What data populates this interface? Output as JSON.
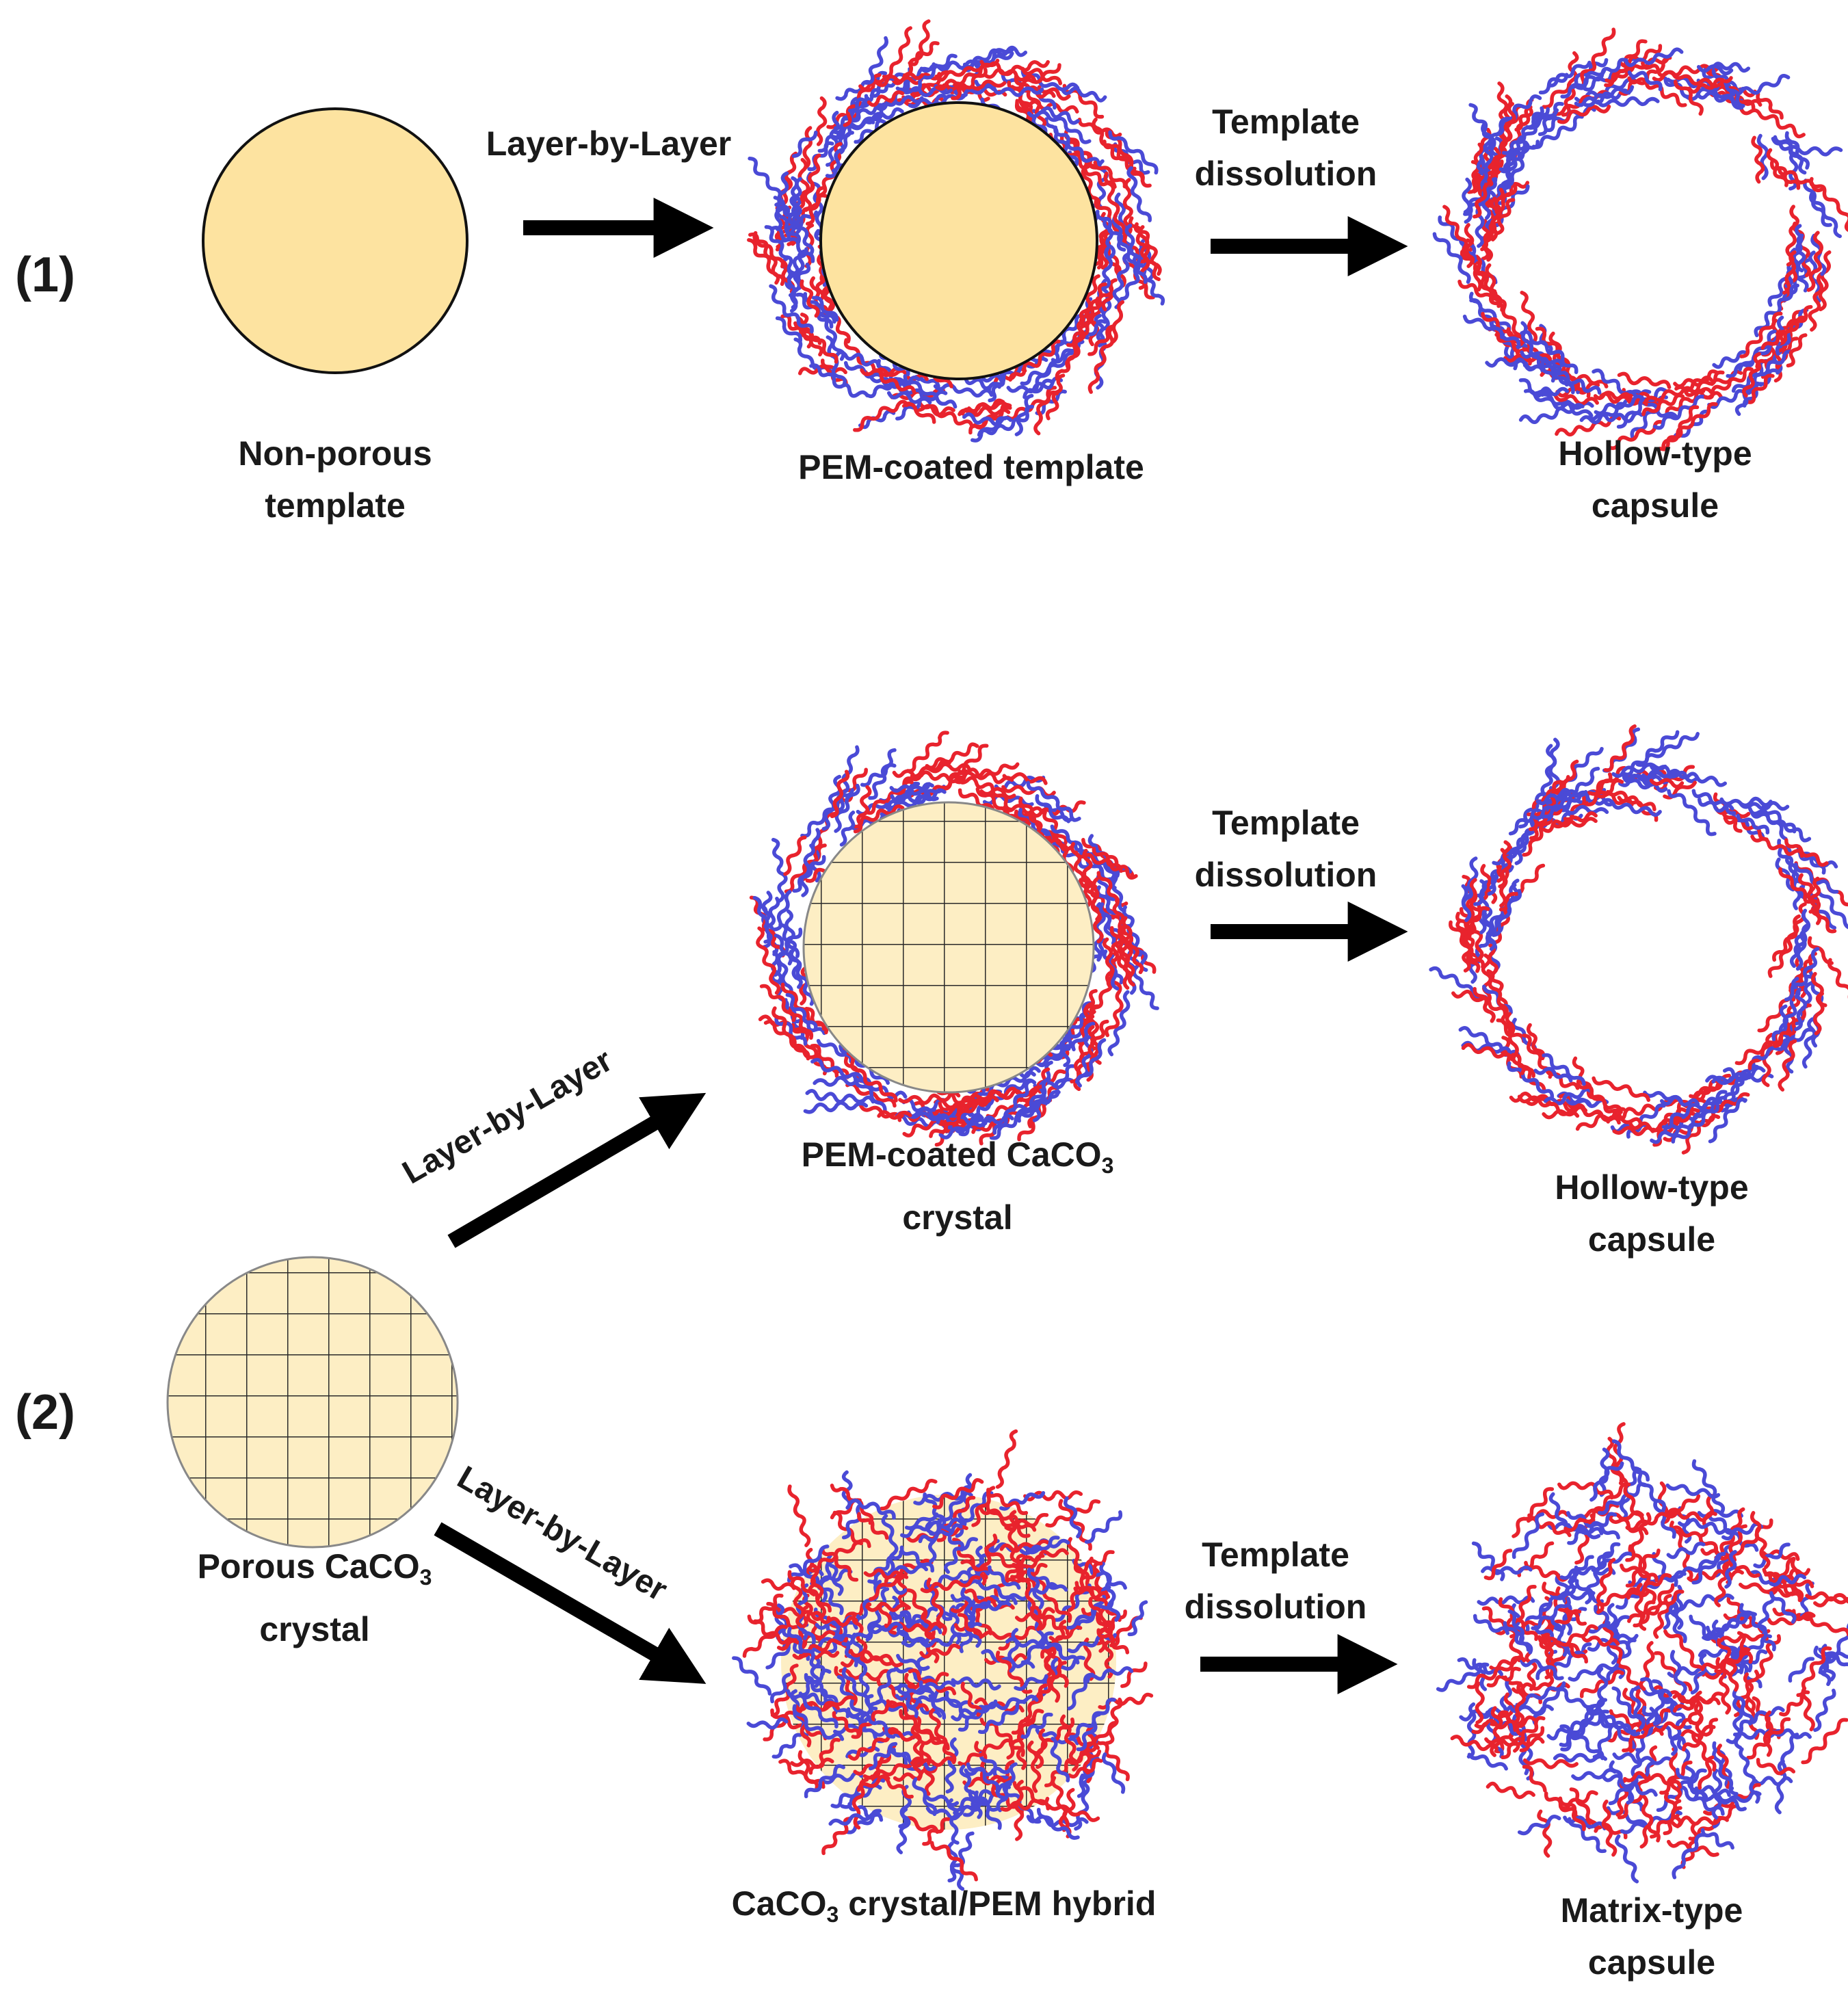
{
  "row1": {
    "label": "(1)",
    "step1": "Layer-by-Layer",
    "step2_l1": "Template",
    "step2_l2": "dissolution",
    "s1_l1": "Non-porous",
    "s1_l2": "template",
    "s2": "PEM-coated template",
    "s3_l1": "Hollow-type",
    "s3_l2": "capsule"
  },
  "row2": {
    "label": "(2)",
    "lbl_up": "Layer-by-Layer",
    "lbl_down": "Layer-by-Layer",
    "dis_a_l1": "Template",
    "dis_a_l2": "dissolution",
    "dis_b_l1": "Template",
    "dis_b_l2": "dissolution",
    "porous_pre": "Porous CaCO",
    "porous_sub": "3",
    "porous_l2": "crystal",
    "coated_pre": "PEM-coated CaCO",
    "coated_sub": "3",
    "coated_l2": "crystal",
    "hollow_l1": "Hollow-type",
    "hollow_l2": "capsule",
    "hybrid_pre": "CaCO",
    "hybrid_sub": "3",
    "hybrid_post": " crystal/PEM hybrid",
    "matrix_l1": "Matrix-type",
    "matrix_l2": "capsule"
  },
  "colors": {
    "template_fill": "#fde3a0",
    "porous_fill": "#fdeec4",
    "grid": "#2a2a2a",
    "polycation": "#e8232d",
    "polyanion": "#4a4ad6",
    "arrow": "#000000"
  }
}
